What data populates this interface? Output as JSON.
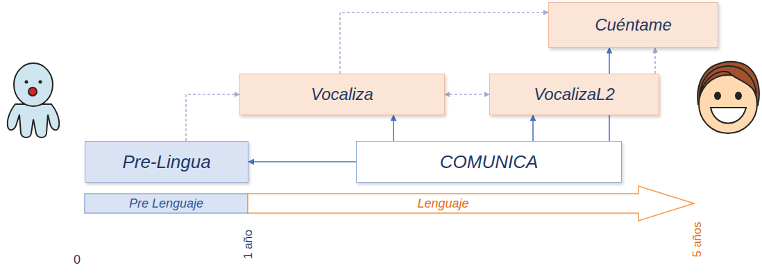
{
  "diagram": {
    "nodes": [
      {
        "text": [
          "Cuéntame"
        ]
      },
      {
        "text": [
          "Vocaliza"
        ]
      },
      {
        "text": [
          "VocalizaL2"
        ]
      },
      {
        "text": [
          "Pre-Lingua"
        ]
      },
      {
        "text": [
          "COMUNICA"
        ]
      }
    ],
    "edges": [
      {
        "from": 4,
        "to": 3,
        "arrow": "to"
      },
      {
        "from": 4,
        "to": 1,
        "arrow": "to"
      },
      {
        "from": 4,
        "to": 2,
        "arrow": "to"
      },
      {
        "from": 4,
        "to": 0,
        "arrow": "to"
      },
      {
        "from": 3,
        "to": 1,
        "arrow": "to"
      },
      {
        "from": 1,
        "to": 2,
        "arrow": "both"
      },
      {
        "from": 1,
        "to": 0,
        "arrow": "to"
      },
      {
        "from": 2,
        "to": 0,
        "arrow": "to"
      }
    ],
    "labels": [
      "Pre Lenguaje",
      "Lenguaje",
      "0",
      "1 año",
      "5 años"
    ]
  }
}
